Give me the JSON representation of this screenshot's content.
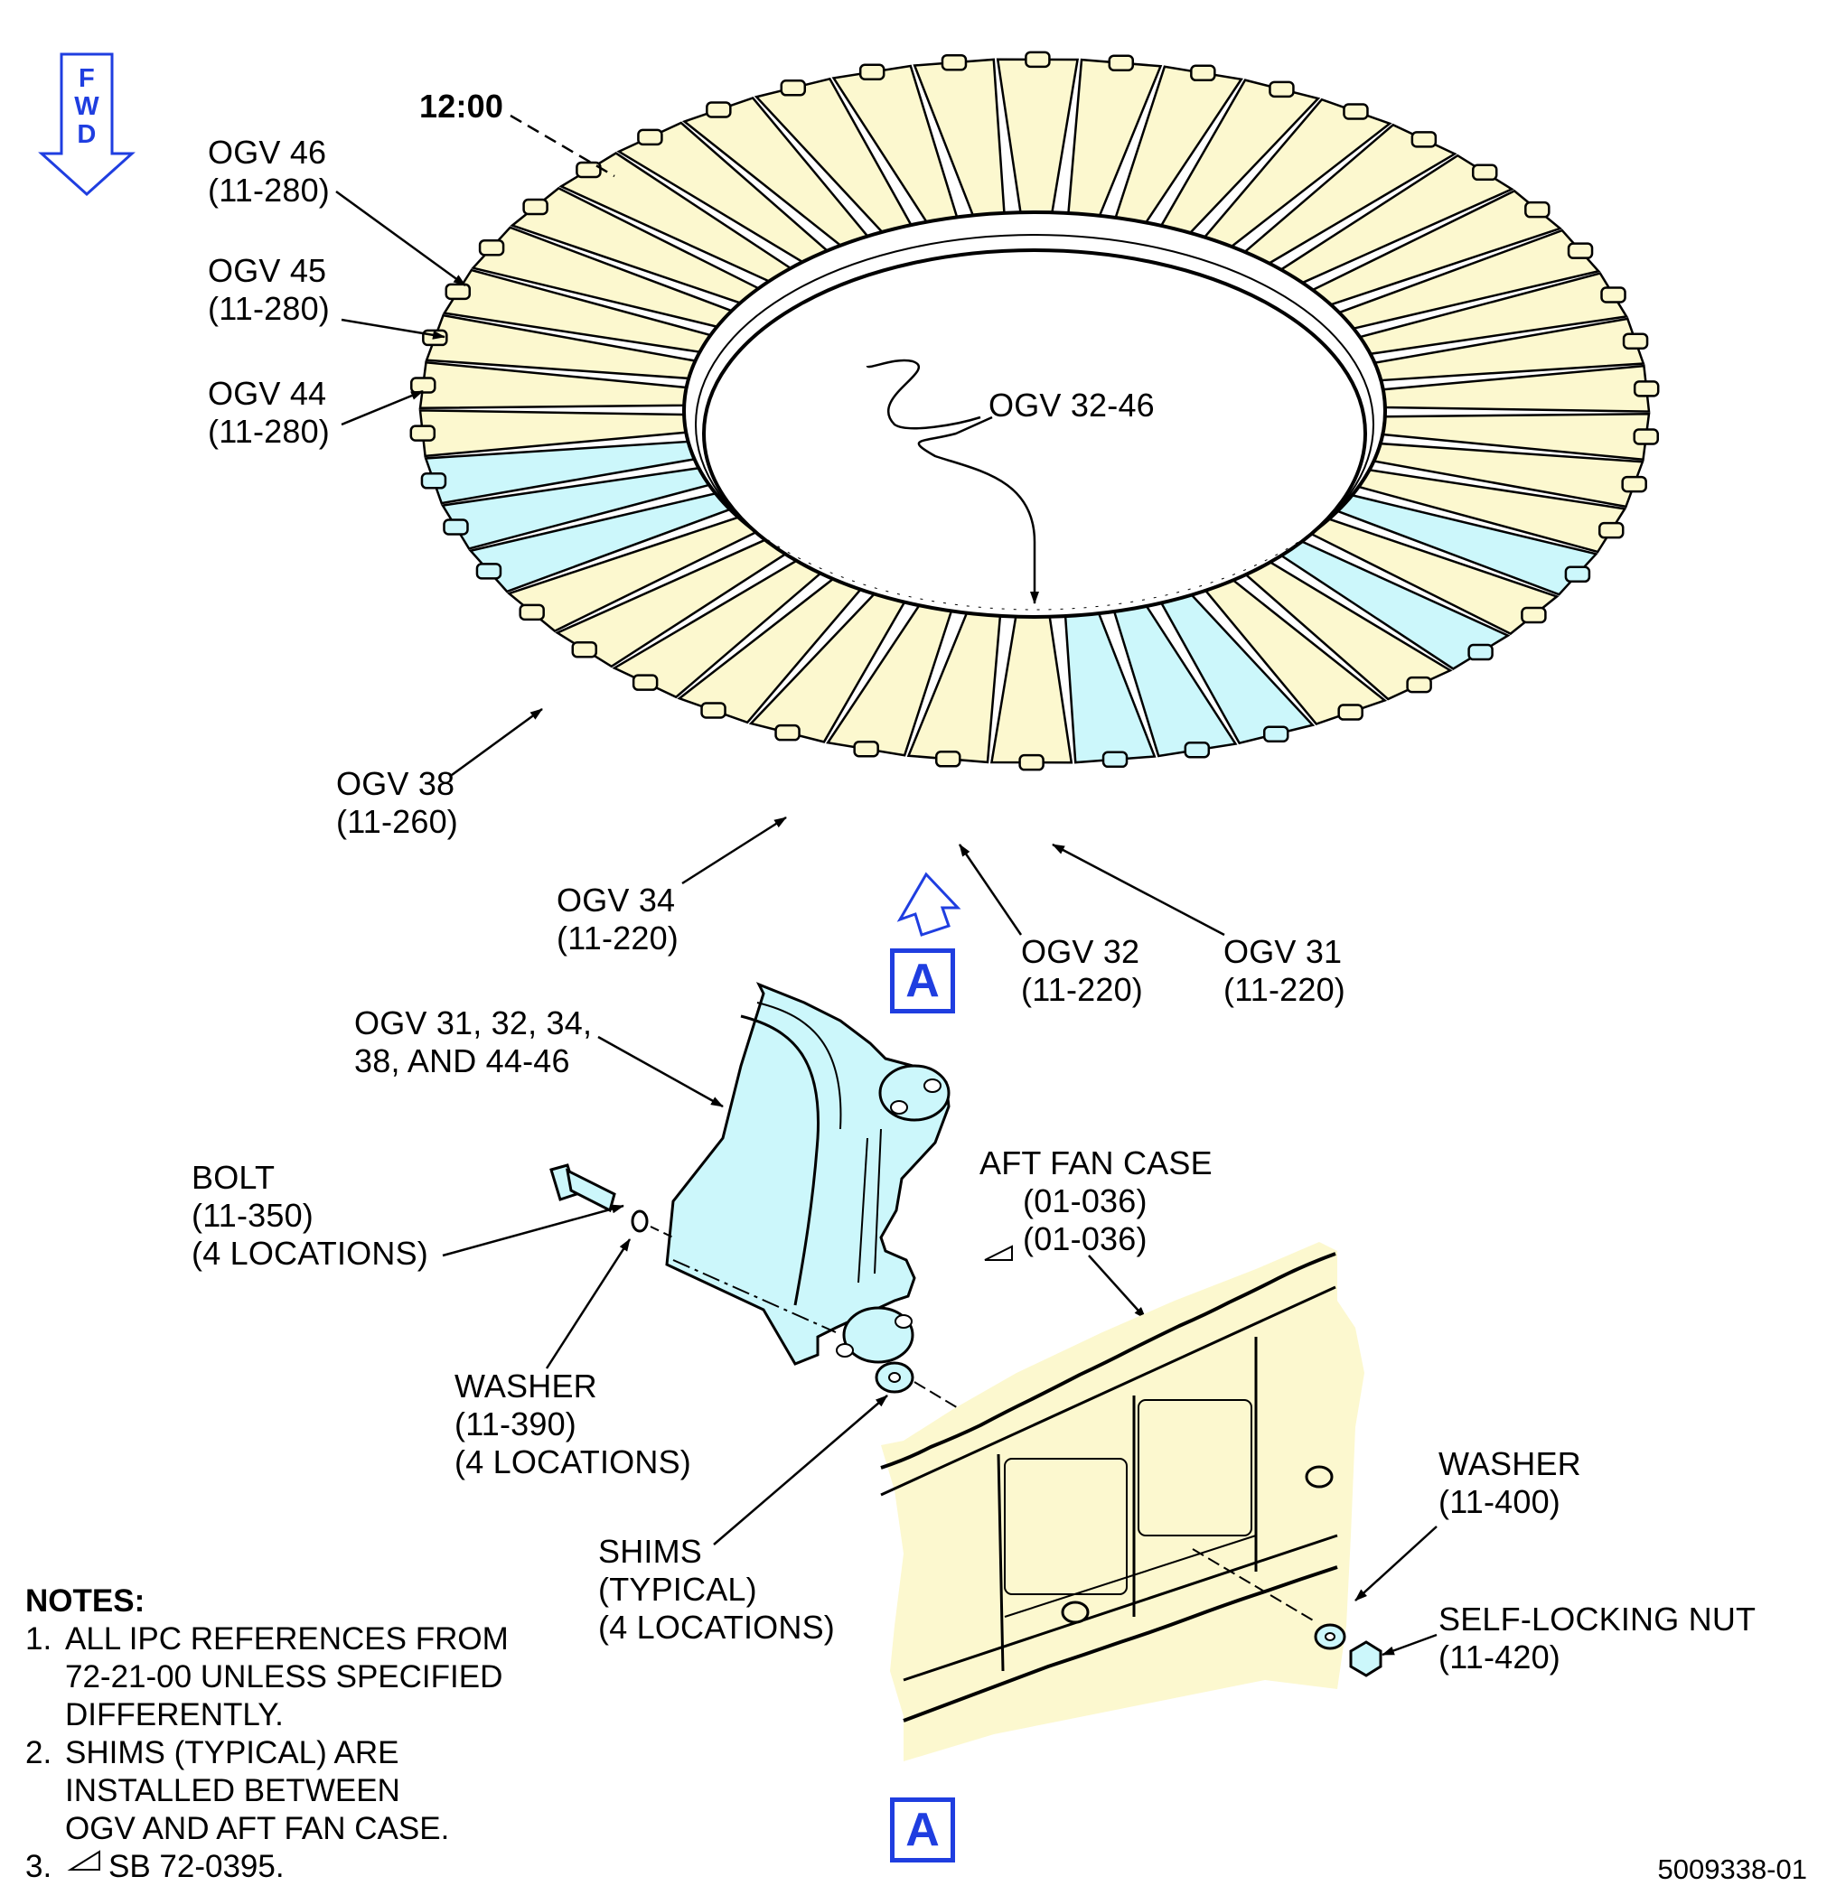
{
  "fwd_arrow": {
    "letters": [
      "F",
      "W",
      "D"
    ],
    "color": "#1f3ee0"
  },
  "clock": {
    "text": "12:00"
  },
  "callouts": {
    "ogv46": [
      "OGV 46",
      "(11-280)"
    ],
    "ogv45": [
      "OGV 45",
      "(11-280)"
    ],
    "ogv44": [
      "OGV 44",
      "(11-280)"
    ],
    "ogv32_46": [
      "OGV 32-46"
    ],
    "ogv38": [
      "OGV 38",
      "(11-260)"
    ],
    "ogv34": [
      "OGV 34",
      "(11-220)"
    ],
    "ogv32": [
      "OGV 32",
      "(11-220)"
    ],
    "ogv31": [
      "OGV 31",
      "(11-220)"
    ],
    "ogv_group": [
      "OGV 31, 32, 34,",
      "38, AND 44-46"
    ],
    "bolt": [
      "BOLT",
      "(11-350)",
      "(4 LOCATIONS)"
    ],
    "aft_fan_case": [
      "AFT FAN CASE",
      "(01-036)",
      "(01-036)"
    ],
    "washer_390": [
      "WASHER",
      "(11-390)",
      "(4 LOCATIONS)"
    ],
    "shims": [
      "SHIMS",
      "(TYPICAL)",
      "(4 LOCATIONS)"
    ],
    "washer_400": [
      "WASHER",
      "(11-400)"
    ],
    "nut": [
      "SELF-LOCKING NUT",
      "(11-420)"
    ]
  },
  "view_label": "A",
  "notes": {
    "heading": "NOTES:",
    "items": [
      {
        "num": "1.",
        "lines": [
          "ALL IPC REFERENCES FROM",
          "72-21-00 UNLESS SPECIFIED",
          "DIFFERENTLY."
        ]
      },
      {
        "num": "2.",
        "lines": [
          "SHIMS (TYPICAL) ARE",
          "INSTALLED BETWEEN",
          "OGV AND AFT FAN CASE."
        ]
      },
      {
        "num": "3.",
        "lines": [
          "SB 72-0395."
        ]
      }
    ]
  },
  "doc_number": "5009338-01",
  "colors": {
    "highlight_blue": "#ccf7fb",
    "part_yellow": "#fcf8cf",
    "accent_blue": "#1f3ee0"
  }
}
